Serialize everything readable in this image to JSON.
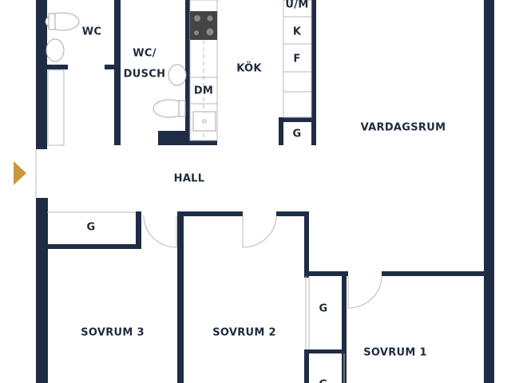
{
  "rooms": {
    "wc": "WC",
    "wc_dusch_line1": "WC/",
    "wc_dusch_line2": "DUSCH",
    "kok": "KÖK",
    "dm": "DM",
    "um": "U/M",
    "k": "K",
    "f": "F",
    "kitchen_closet": "G",
    "vardagsrum": "VARDAGSRUM",
    "hall": "HALL",
    "hall_closet": "G",
    "sovrum3": "SOVRUM 3",
    "sovrum2": "SOVRUM 2",
    "closet_sovrum1_upper": "G",
    "closet_sovrum1_lower": "G",
    "sovrum1": "SOVRUM 1"
  },
  "colors": {
    "wall": "#1e2d45",
    "entrance_marker": "#c9963a",
    "stove": "#444444"
  },
  "icons": [
    "entrance-arrow-icon",
    "toilet-icon",
    "sink-icon",
    "stove-icon",
    "kitchen-sink-icon",
    "door-swing-icon"
  ]
}
